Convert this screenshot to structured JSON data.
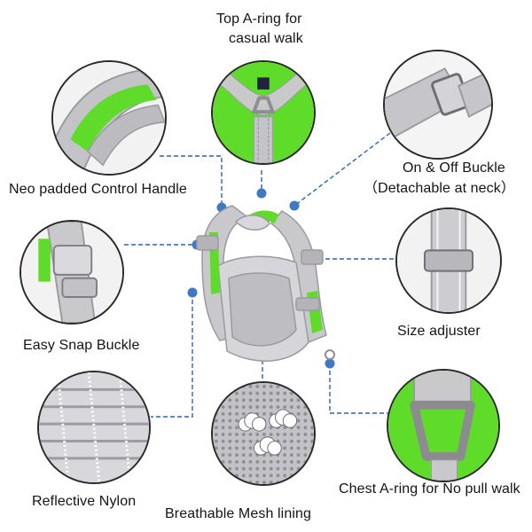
{
  "labels": {
    "top_a_ring_line1": "Top A-ring for",
    "top_a_ring_line2": "casual walk",
    "control_handle": "Neo padded Control Handle",
    "buckle_line1": "On & Off Buckle",
    "buckle_line2": "（Detachable at neck）",
    "snap_buckle": "Easy Snap Buckle",
    "size_adjuster": "Size adjuster",
    "reflective_nylon": "Reflective Nylon",
    "mesh_lining": "Breathable Mesh lining",
    "chest_ring": "Chest A-ring for No pull walk"
  },
  "colors": {
    "accent_green": "#5fdc2a",
    "harness_gray": "#c9c9cc",
    "leader_blue": "#2f64a8",
    "dot_blue": "#3f78c3"
  }
}
